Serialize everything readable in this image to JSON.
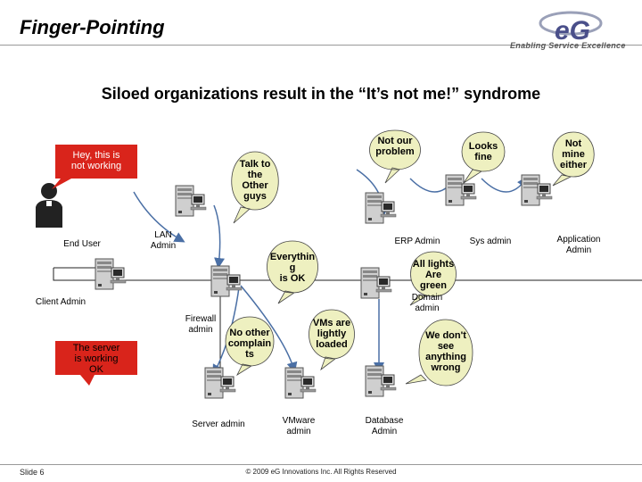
{
  "header": {
    "title": "Finger-Pointing",
    "subtitle": "Siloed organizations result in the “It’s not me!” syndrome",
    "logo_text": "eG",
    "logo_tagline": "Enabling Service Excellence"
  },
  "footer": {
    "slide": "Slide 6",
    "copyright": "© 2009 eG Innovations Inc. All Rights Reserved"
  },
  "nodes": {
    "end_user": "End User",
    "lan_admin": "LAN\nAdmin",
    "client_admin": "Client Admin",
    "firewall_admin": "Firewall\nadmin",
    "server_admin": "Server admin",
    "vmware_admin": "VMware\nadmin",
    "database_admin": "Database\nAdmin",
    "domain_admin": "Domain\nadmin",
    "erp_admin": "ERP Admin",
    "sys_admin": "Sys admin",
    "application_admin": "Application\nAdmin"
  },
  "callouts": {
    "hey": "Hey, this is\nnot working",
    "talk": "Talk to\nthe\nOther\nguys",
    "not_our": "Not our\nproblem",
    "looks_fine": "Looks\nfine",
    "not_mine": "Not\nmine\neither",
    "everything": "Everythin\ng\nis OK",
    "all_lights": "All lights\nAre\ngreen",
    "server_working": "The server\nis working\nOK",
    "no_complaints": "No other\ncomplain\nts",
    "vms": "VMs are\nlightly\nloaded",
    "dont_see": "We don't\nsee\nanything\nwrong"
  },
  "colors": {
    "red_callout": "#d9241b",
    "green_callout": "#eef0c0",
    "arrow": "#4a6fa5"
  }
}
